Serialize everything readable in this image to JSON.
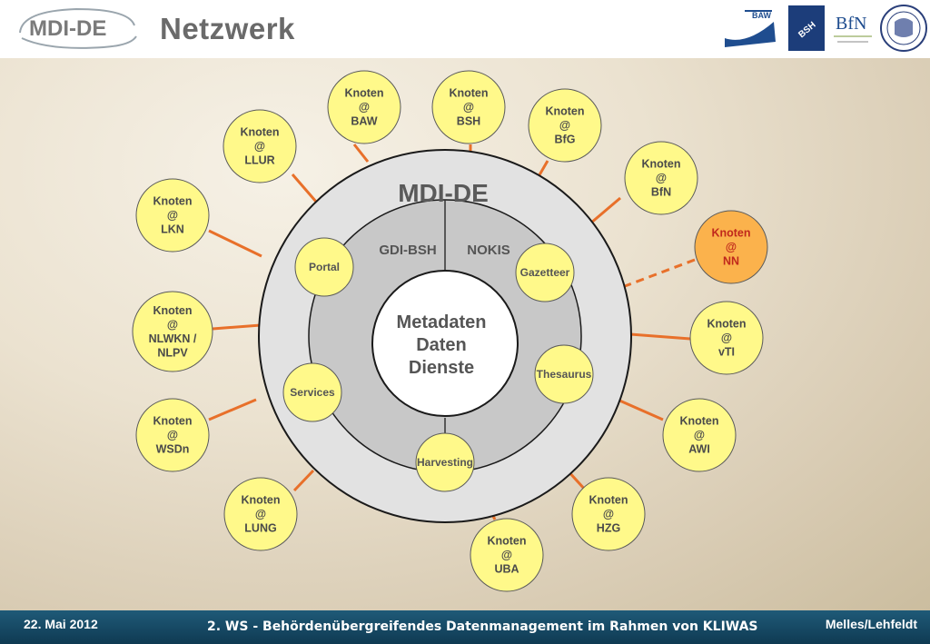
{
  "header": {
    "title": "Netzwerk",
    "logo_text": "MDI-DE",
    "partner_logos": [
      "BAW",
      "BSH",
      "BfN",
      "seal"
    ]
  },
  "diagram": {
    "center_title": "MDI-DE",
    "sectors": [
      "GDI-BSH",
      "NOKIS"
    ],
    "core_lines": [
      "Metadaten",
      "Daten",
      "Dienste"
    ],
    "services": [
      {
        "name": "portal",
        "label": "Portal"
      },
      {
        "name": "gazetteer",
        "label": "Gazetteer"
      },
      {
        "name": "services",
        "label": "Services"
      },
      {
        "name": "thesaurus",
        "label": "Thesaurus"
      },
      {
        "name": "harvesting",
        "label": "Harvesting"
      }
    ],
    "nodes": [
      {
        "name": "baw",
        "lines": [
          "Knoten",
          "@",
          "BAW"
        ]
      },
      {
        "name": "bsh",
        "lines": [
          "Knoten",
          "@",
          "BSH"
        ]
      },
      {
        "name": "bfg",
        "lines": [
          "Knoten",
          "@",
          "BfG"
        ]
      },
      {
        "name": "bfn",
        "lines": [
          "Knoten",
          "@",
          "BfN"
        ]
      },
      {
        "name": "nn",
        "lines": [
          "Knoten",
          "@",
          "NN"
        ]
      },
      {
        "name": "vti",
        "lines": [
          "Knoten",
          "@",
          "vTI"
        ]
      },
      {
        "name": "awi",
        "lines": [
          "Knoten",
          "@",
          "AWI"
        ]
      },
      {
        "name": "hzg",
        "lines": [
          "Knoten",
          "@",
          "HZG"
        ]
      },
      {
        "name": "uba",
        "lines": [
          "Knoten",
          "@",
          "UBA"
        ]
      },
      {
        "name": "lung",
        "lines": [
          "Knoten",
          "@",
          "LUNG"
        ]
      },
      {
        "name": "wsdn",
        "lines": [
          "Knoten",
          "@",
          "WSDn"
        ]
      },
      {
        "name": "nlwkn",
        "lines": [
          "Knoten",
          "@",
          "NLWKN /",
          "NLPV"
        ]
      },
      {
        "name": "lkn",
        "lines": [
          "Knoten",
          "@",
          "LKN"
        ]
      },
      {
        "name": "llur",
        "lines": [
          "Knoten",
          "@",
          "LLUR"
        ]
      }
    ]
  },
  "footer": {
    "date": "22. Mai 2012",
    "title": "2. WS - Behördenübergreifendes Datenmanagement im Rahmen von KLIWAS",
    "authors": "Melles/Lehfeldt"
  },
  "colors": {
    "node_fill": "#fff98a",
    "node_highlight_fill": "#fbb24c",
    "connector": "#e8702a",
    "footer_bg": "#1a4f6c",
    "ring_outer": "#e2e2e2",
    "ring_inner": "#c8c8c8"
  }
}
